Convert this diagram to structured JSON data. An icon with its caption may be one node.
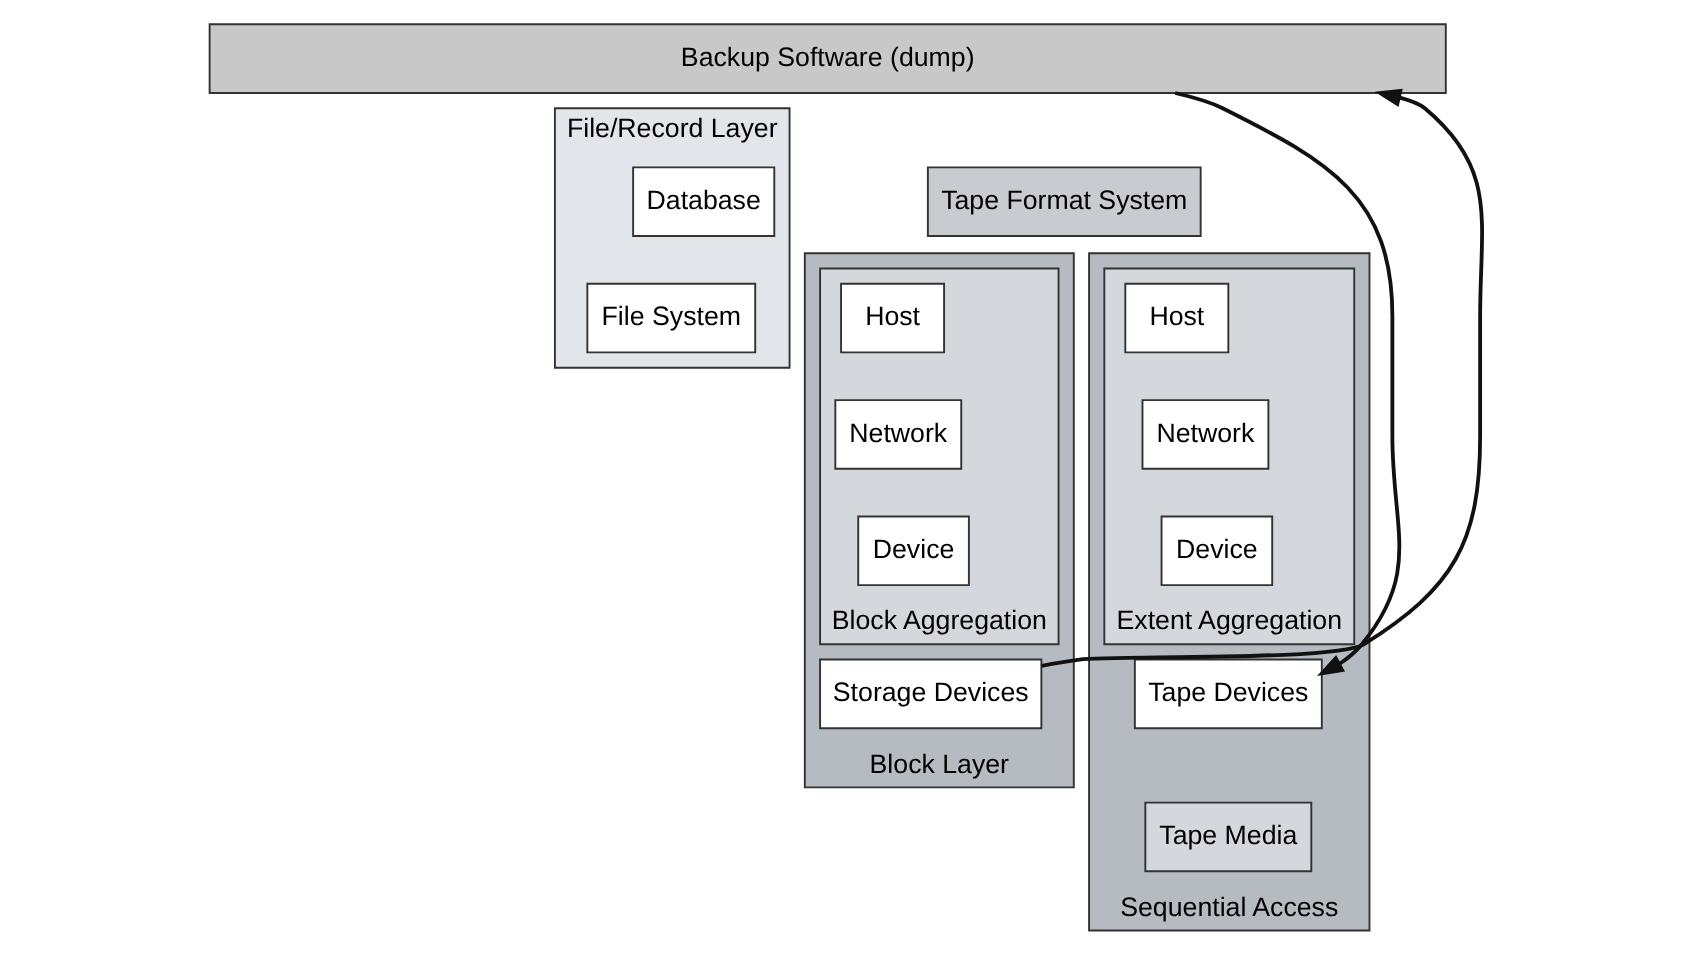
{
  "diagram": {
    "nodes": [
      {
        "text": [
          "Backup Software (dump)"
        ]
      },
      {
        "text": [
          "File/Record Layer"
        ]
      },
      {
        "text": [
          "Database"
        ],
        "in": 1
      },
      {
        "text": [
          "File System"
        ],
        "in": 1
      },
      {
        "text": [
          "Block Layer"
        ]
      },
      {
        "text": [
          "Block Aggregation"
        ],
        "in": 4
      },
      {
        "text": [
          "Host"
        ],
        "in": 5
      },
      {
        "text": [
          "Network"
        ],
        "in": 5
      },
      {
        "text": [
          "Device"
        ],
        "in": 5
      },
      {
        "text": [
          "Storage Devices"
        ],
        "in": 4
      },
      {
        "text": [
          "Sequential Access"
        ]
      },
      {
        "text": [
          "Tape Format System"
        ]
      },
      {
        "text": [
          "Extent Aggregation"
        ],
        "in": 10
      },
      {
        "text": [
          "Host"
        ],
        "in": 12
      },
      {
        "text": [
          "Network"
        ],
        "in": 12
      },
      {
        "text": [
          "Device"
        ],
        "in": 12
      },
      {
        "text": [
          "Tape Devices"
        ],
        "in": 10
      },
      {
        "text": [
          "Tape Media"
        ],
        "in": 10
      }
    ],
    "edges": [
      {
        "from": 9,
        "to": 0,
        "arrow": "to"
      },
      {
        "from": 0,
        "to": 16,
        "arrow": "to"
      }
    ]
  }
}
